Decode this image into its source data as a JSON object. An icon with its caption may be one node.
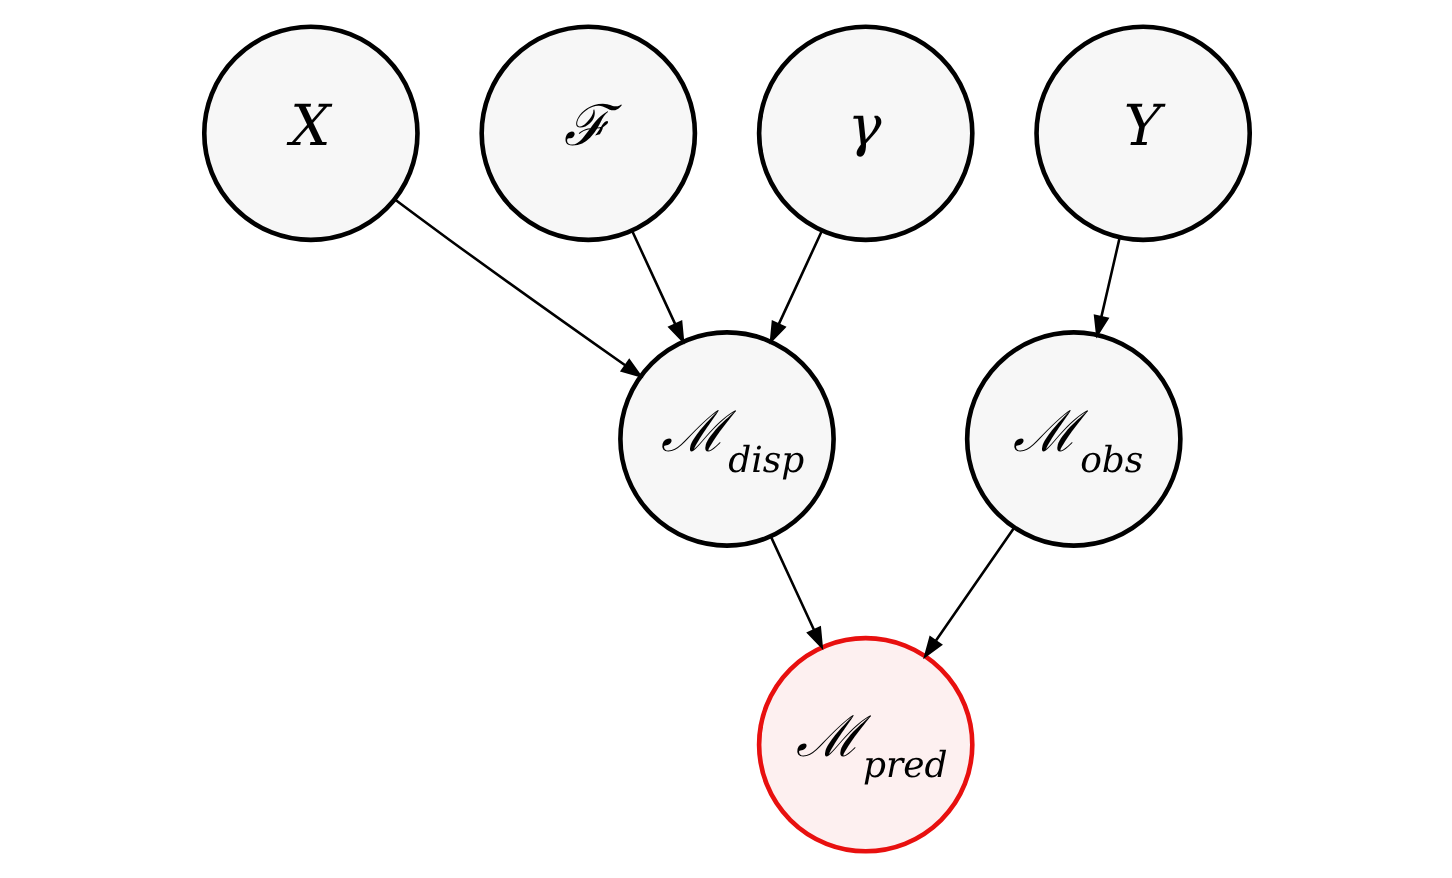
{
  "diagram": {
    "nodes": [
      {
        "text": [
          "X"
        ]
      },
      {
        "text": [
          "ℱ"
        ]
      },
      {
        "text": [
          "γ"
        ]
      },
      {
        "text": [
          "Y"
        ]
      },
      {
        "text": [
          "ℳ$_{disp}$"
        ]
      },
      {
        "text": [
          "ℳ$_{obs}$"
        ]
      },
      {
        "text": [
          "ℳ$_{pred}$"
        ]
      }
    ],
    "edges": [
      {
        "from": 0,
        "to": 4,
        "arrow": "to"
      },
      {
        "from": 1,
        "to": 4,
        "arrow": "to"
      },
      {
        "from": 2,
        "to": 4,
        "arrow": "to"
      },
      {
        "from": 3,
        "to": 5,
        "arrow": "to"
      },
      {
        "from": 4,
        "to": 6,
        "arrow": "to"
      },
      {
        "from": 5,
        "to": 6,
        "arrow": "to"
      }
    ]
  }
}
